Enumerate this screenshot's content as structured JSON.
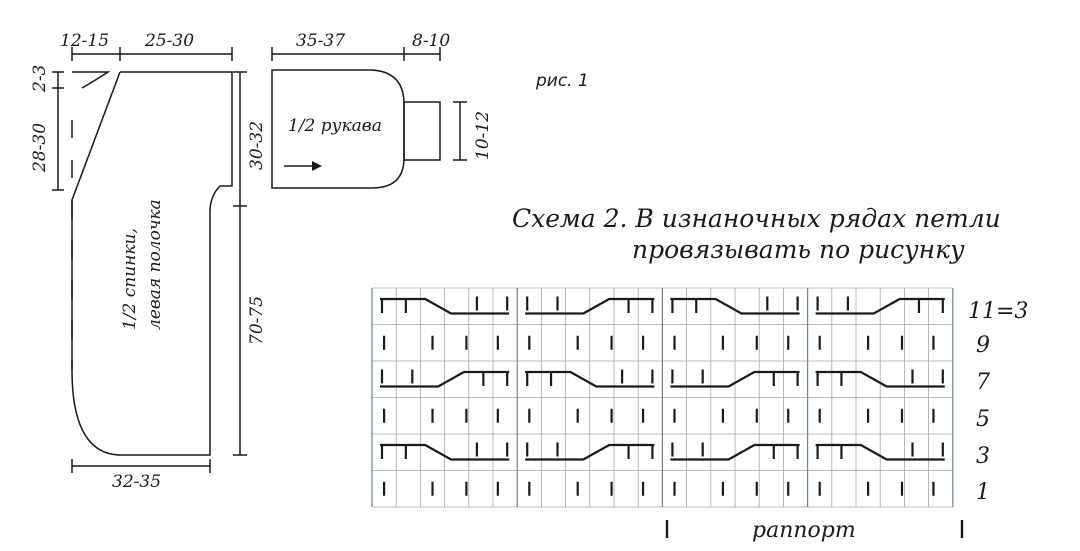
{
  "figure_label": "рис. 1",
  "back_piece": {
    "label_line1": "1/2 спинки,",
    "label_line2": "левая полочка",
    "dims": {
      "top_left": "12-15",
      "top_right": "25-30",
      "left_top": "2-3",
      "left_mid": "28-30",
      "right_top": "30-32",
      "right_bottom": "70-75",
      "bottom": "32-35"
    }
  },
  "sleeve_piece": {
    "label": "1/2 рукава",
    "dims": {
      "top_left": "35-37",
      "top_right": "8-10",
      "right": "10-12"
    }
  },
  "scheme": {
    "title_line1": "Схема 2. В изнаночных рядах петли",
    "title_line2": "провязывать по рисунку",
    "row_numbers": [
      "11=3",
      "9",
      "7",
      "5",
      "3",
      "1"
    ],
    "rapport_label": "раппорт"
  }
}
